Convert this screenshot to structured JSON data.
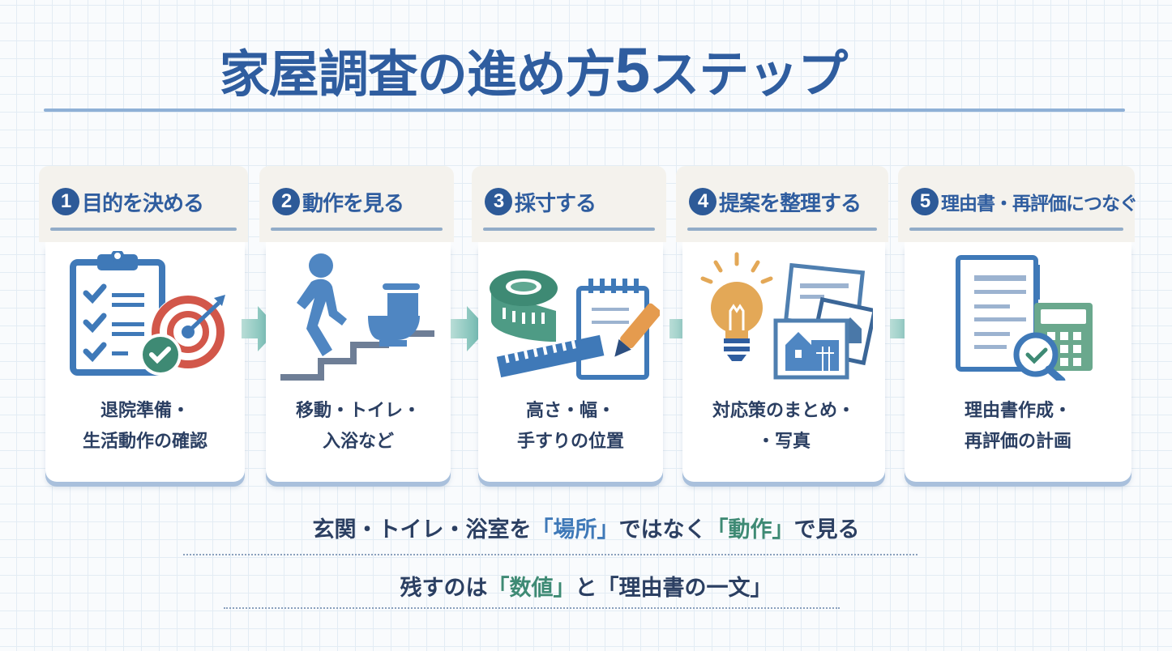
{
  "title": {
    "text": "家屋調査の進め方",
    "number": "5",
    "suffix": "ステップ"
  },
  "colors": {
    "primary": "#2f5d9f",
    "accent_green": "#3e8a74",
    "accent_blue": "#3f79b8",
    "arrow": "#6fb8ae",
    "card_head_bg": "#f4f2ed"
  },
  "steps": [
    {
      "number": "1",
      "label": "目的を決める",
      "icon": "clipboard-target-icon",
      "desc_line1": "退院準備・",
      "desc_line2": "生活動作の確認"
    },
    {
      "number": "2",
      "label": "動作を見る",
      "icon": "person-stairs-toilet-icon",
      "desc_line1": "移動・トイレ・",
      "desc_line2": "入浴など"
    },
    {
      "number": "3",
      "label": "採寸する",
      "icon": "tape-ruler-notepad-icon",
      "desc_line1": "高さ・幅・",
      "desc_line2": "手すりの位置"
    },
    {
      "number": "4",
      "label": "提案を整理する",
      "icon": "lightbulb-photos-icon",
      "desc_line1": "対応策のまとめ・",
      "desc_line2": "・写真"
    },
    {
      "number": "5",
      "label": "理由書・再評価につなぐ",
      "icon": "document-calculator-icon",
      "desc_line1": "理由書作成・",
      "desc_line2": "再評価の計画"
    }
  ],
  "notes": [
    {
      "pre": "玄関・トイレ・浴室を",
      "hl1": "「場所」",
      "mid": "ではなく",
      "hl2": "「動作」",
      "post": "で見る"
    },
    {
      "pre": "残すのは",
      "hl1": "「数値」",
      "mid": "と",
      "hl2": "「理由書の一文」",
      "post": ""
    }
  ]
}
